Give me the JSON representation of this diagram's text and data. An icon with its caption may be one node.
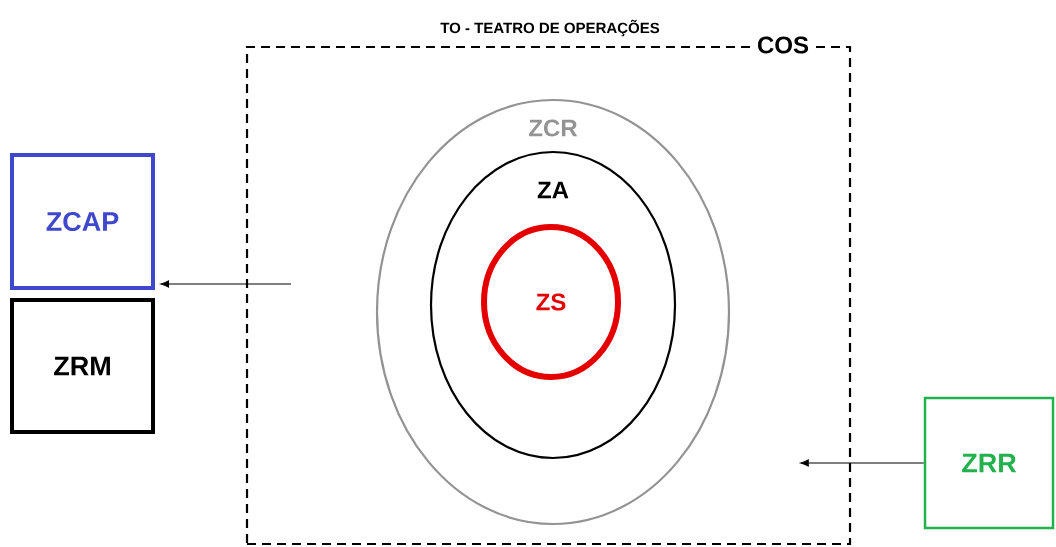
{
  "diagram": {
    "nodes": [
      {
        "text": [
          "TO - TEATRO DE OPERAÇÕES",
          "COS"
        ]
      },
      {
        "text": [
          "ZCR"
        ],
        "in": 0
      },
      {
        "text": [
          "ZA"
        ],
        "in": 1
      },
      {
        "text": [
          "ZS"
        ],
        "in": 2
      },
      {
        "text": [
          "ZCAP"
        ]
      },
      {
        "text": [
          "ZRM"
        ]
      },
      {
        "text": [
          "ZRR"
        ]
      }
    ],
    "edges": [
      {
        "from": null,
        "to": 4,
        "arrow": "to"
      },
      {
        "from": 6,
        "to": null,
        "arrow": "to"
      }
    ]
  }
}
